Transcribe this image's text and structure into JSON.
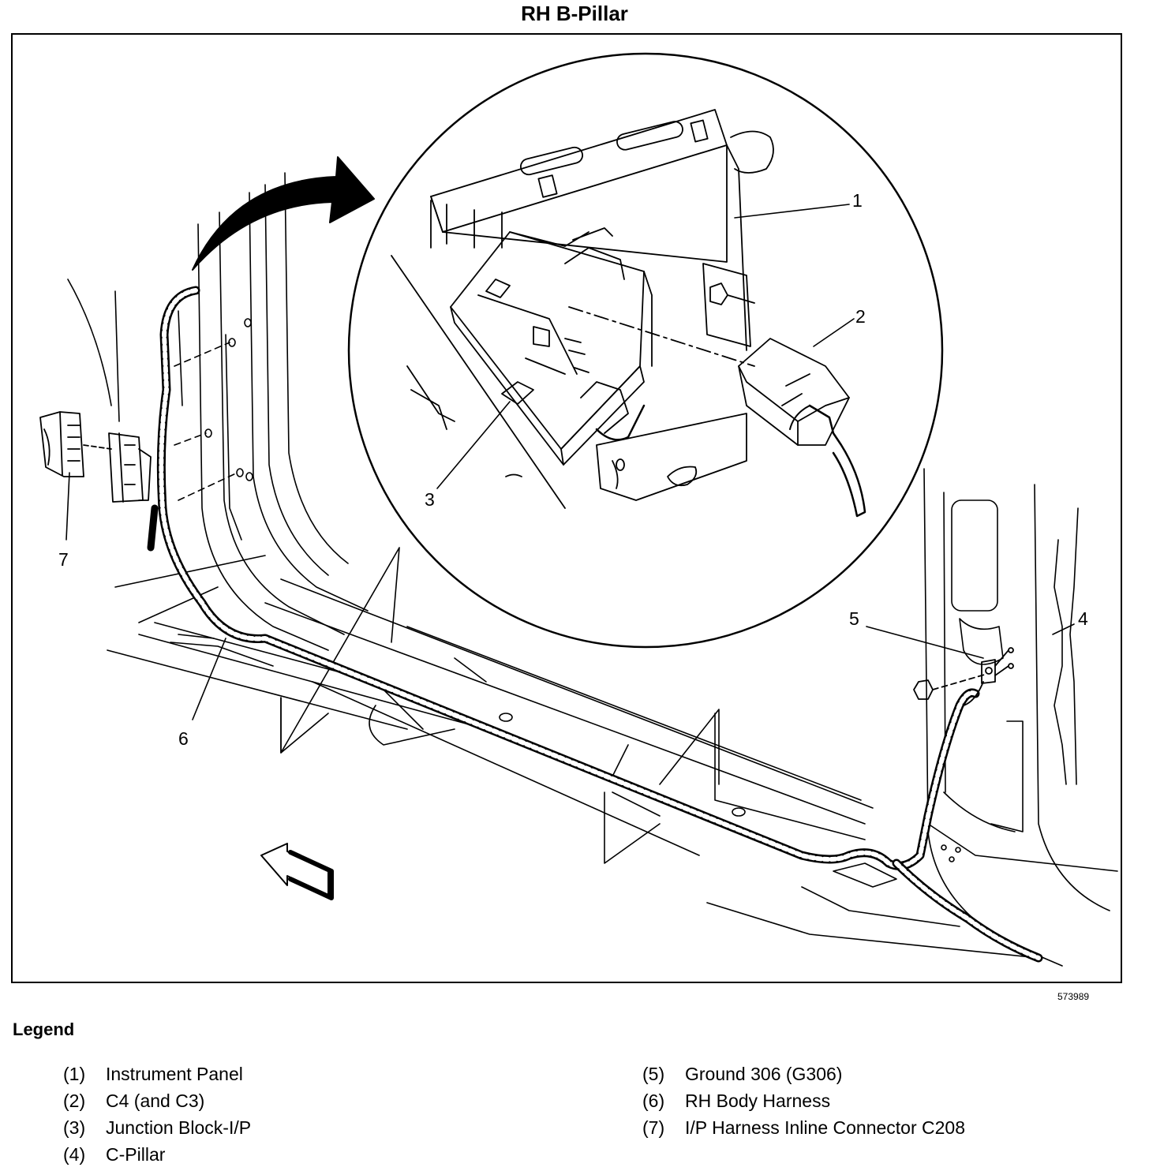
{
  "title": "RH B-Pillar",
  "figure_id": "573989",
  "callouts": {
    "c1": "1",
    "c2": "2",
    "c3": "3",
    "c4": "4",
    "c5": "5",
    "c6": "6",
    "c7": "7"
  },
  "legend": {
    "heading": "Legend",
    "items": [
      {
        "num": "(1)",
        "label": "Instrument Panel"
      },
      {
        "num": "(2)",
        "label": "C4 (and C3)"
      },
      {
        "num": "(3)",
        "label": "Junction Block-I/P"
      },
      {
        "num": "(4)",
        "label": "C-Pillar"
      },
      {
        "num": "(5)",
        "label": "Ground 306 (G306)"
      },
      {
        "num": "(6)",
        "label": "RH Body Harness"
      },
      {
        "num": "(7)",
        "label": "I/P Harness Inline Connector C208"
      }
    ]
  }
}
